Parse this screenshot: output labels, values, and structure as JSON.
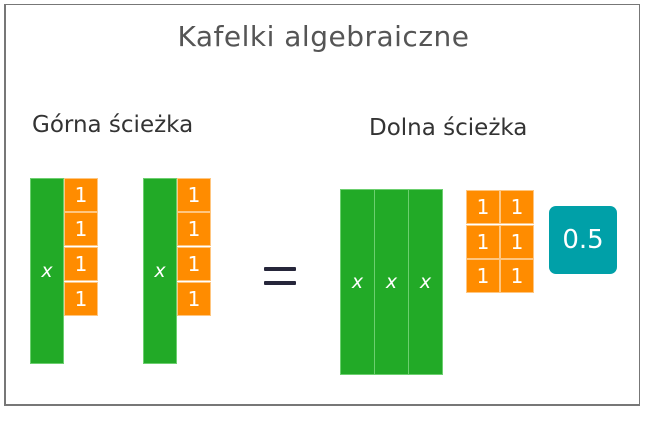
{
  "title": "Kafelki algebraiczne",
  "top_path": {
    "label": "Górna ścieżka",
    "groups": [
      {
        "x_label": "x",
        "ones": [
          "1",
          "1",
          "1",
          "1"
        ]
      },
      {
        "x_label": "x",
        "ones": [
          "1",
          "1",
          "1",
          "1"
        ]
      }
    ]
  },
  "equals": "=",
  "bottom_path": {
    "label": "Dolna ścieżka",
    "x_tiles": [
      "x",
      "x",
      "x"
    ],
    "ones": [
      "1",
      "1",
      "1",
      "1",
      "1",
      "1"
    ],
    "decimal_tile": "0.5"
  },
  "colors": {
    "x_tile": "#22aa27",
    "one_tile": "#ff8c00",
    "decimal_tile": "#00a0a8"
  }
}
